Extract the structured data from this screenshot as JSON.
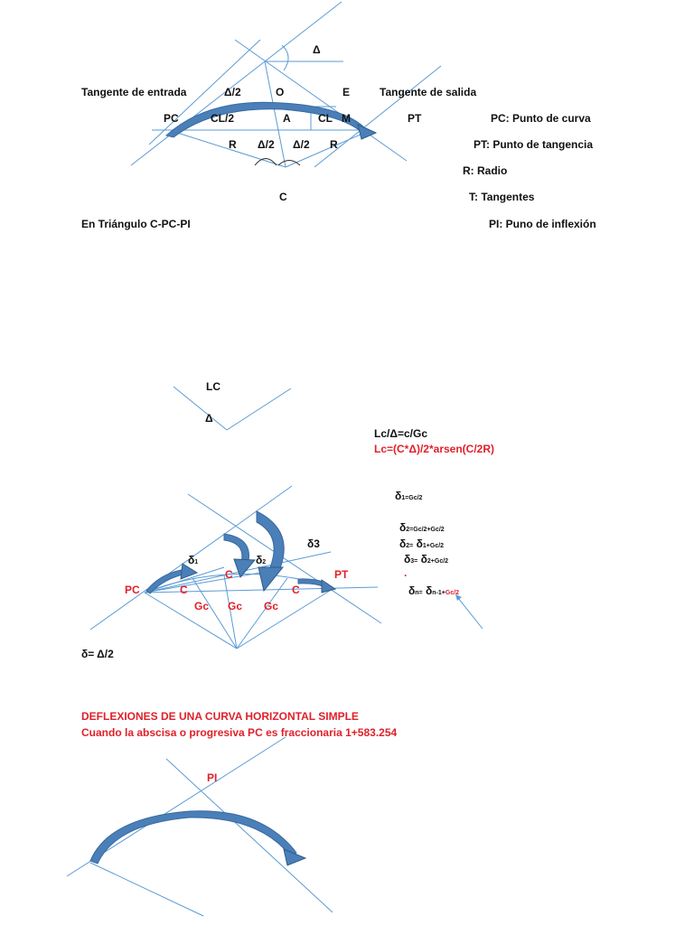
{
  "diagram1": {
    "delta": "Δ",
    "tangente_entrada": "Tangente de entrada",
    "delta_half_top": "Δ/2",
    "o": "O",
    "e": "E",
    "tangente_salida": "Tangente de salida",
    "pc": "PC",
    "cl_half": "CL/2",
    "a": "A",
    "cl": "CL",
    "m": "M",
    "pt": "PT",
    "r_left": "R",
    "delta_half_l": "Δ/2",
    "delta_half_r": "Δ/2",
    "r_right": "R",
    "c": "C",
    "triangle": "En Triángulo C-PC-PI"
  },
  "legend": [
    "PC: Punto de curva",
    "PT: Punto de tangencia",
    "R: Radio",
    "T: Tangentes",
    "PI: Puno de inflexión"
  ],
  "diagram2": {
    "lc": "LC",
    "delta": "Δ"
  },
  "formulas": {
    "f1": "Lc/Δ=c/Gc",
    "f2": "Lc=(C*Δ)/2*arsen(C/2R)",
    "d1_main": "δ",
    "d1_sub": "1=Gc/2",
    "d2_main": "δ",
    "d2_sub": "2=Gc/2+Gc/2",
    "d2b_a": "δ",
    "d2b_sub1": "2=",
    "d2b_b": " δ",
    "d2b_sub2": "1+Gc/2",
    "d3_a": "δ",
    "d3_sub1": "3=",
    "d3_b": " δ",
    "d3_sub2": "2+Gc/2",
    "dot": ".",
    "dn_a": "δ",
    "dn_sub1": "n=",
    "dn_b": " δ",
    "dn_sub2": "n-1+",
    "dn_sub3": "Gc/2"
  },
  "diagram3": {
    "delta1": "δ",
    "delta1_sub": "1",
    "delta2": "δ",
    "delta2_sub": "2",
    "delta3": "δ3",
    "pc": "PC",
    "pt": "PT",
    "c1": "C",
    "c2": "C",
    "c3": "C",
    "gc1": "Gc",
    "gc2": "Gc",
    "gc3": "Gc",
    "delta_eq": "δ= Δ/2"
  },
  "section": {
    "title": "DEFLEXIONES DE UNA CURVA HORIZONTAL SIMPLE",
    "subtitle": "Cuando la abscisa o progresiva PC es fraccionaria 1+583.254"
  },
  "diagram4": {
    "pi": "PI"
  },
  "colors": {
    "line": "#5b9bd5",
    "arrow": "#4a7fb8",
    "red": "#e0202a"
  }
}
